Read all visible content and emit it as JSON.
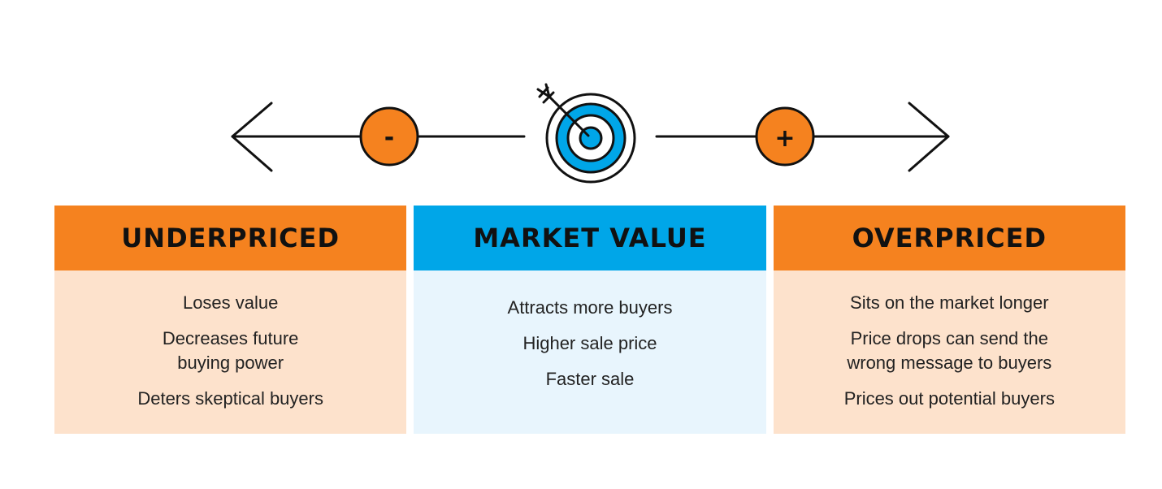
{
  "scale": {
    "negative_symbol": "-",
    "positive_symbol": "+",
    "target_icon": "target-icon",
    "arrow_icon": "dart-arrow-icon"
  },
  "colors": {
    "orange": "#f5821f",
    "blue": "#00a6e8",
    "light_orange": "#fde2cc",
    "light_blue": "#e8f5fd",
    "line": "#111111"
  },
  "columns": {
    "underpriced": {
      "title": "UNDERPRICED",
      "items": [
        "Loses value",
        "Decreases future\nbuying power",
        "Deters skeptical buyers"
      ]
    },
    "market_value": {
      "title": "MARKET VALUE",
      "items": [
        "Attracts more buyers",
        "Higher sale price",
        "Faster sale"
      ]
    },
    "overpriced": {
      "title": "OVERPRICED",
      "items": [
        "Sits on the market longer",
        "Price drops can send the\nwrong message to buyers",
        "Prices out potential buyers"
      ]
    }
  }
}
